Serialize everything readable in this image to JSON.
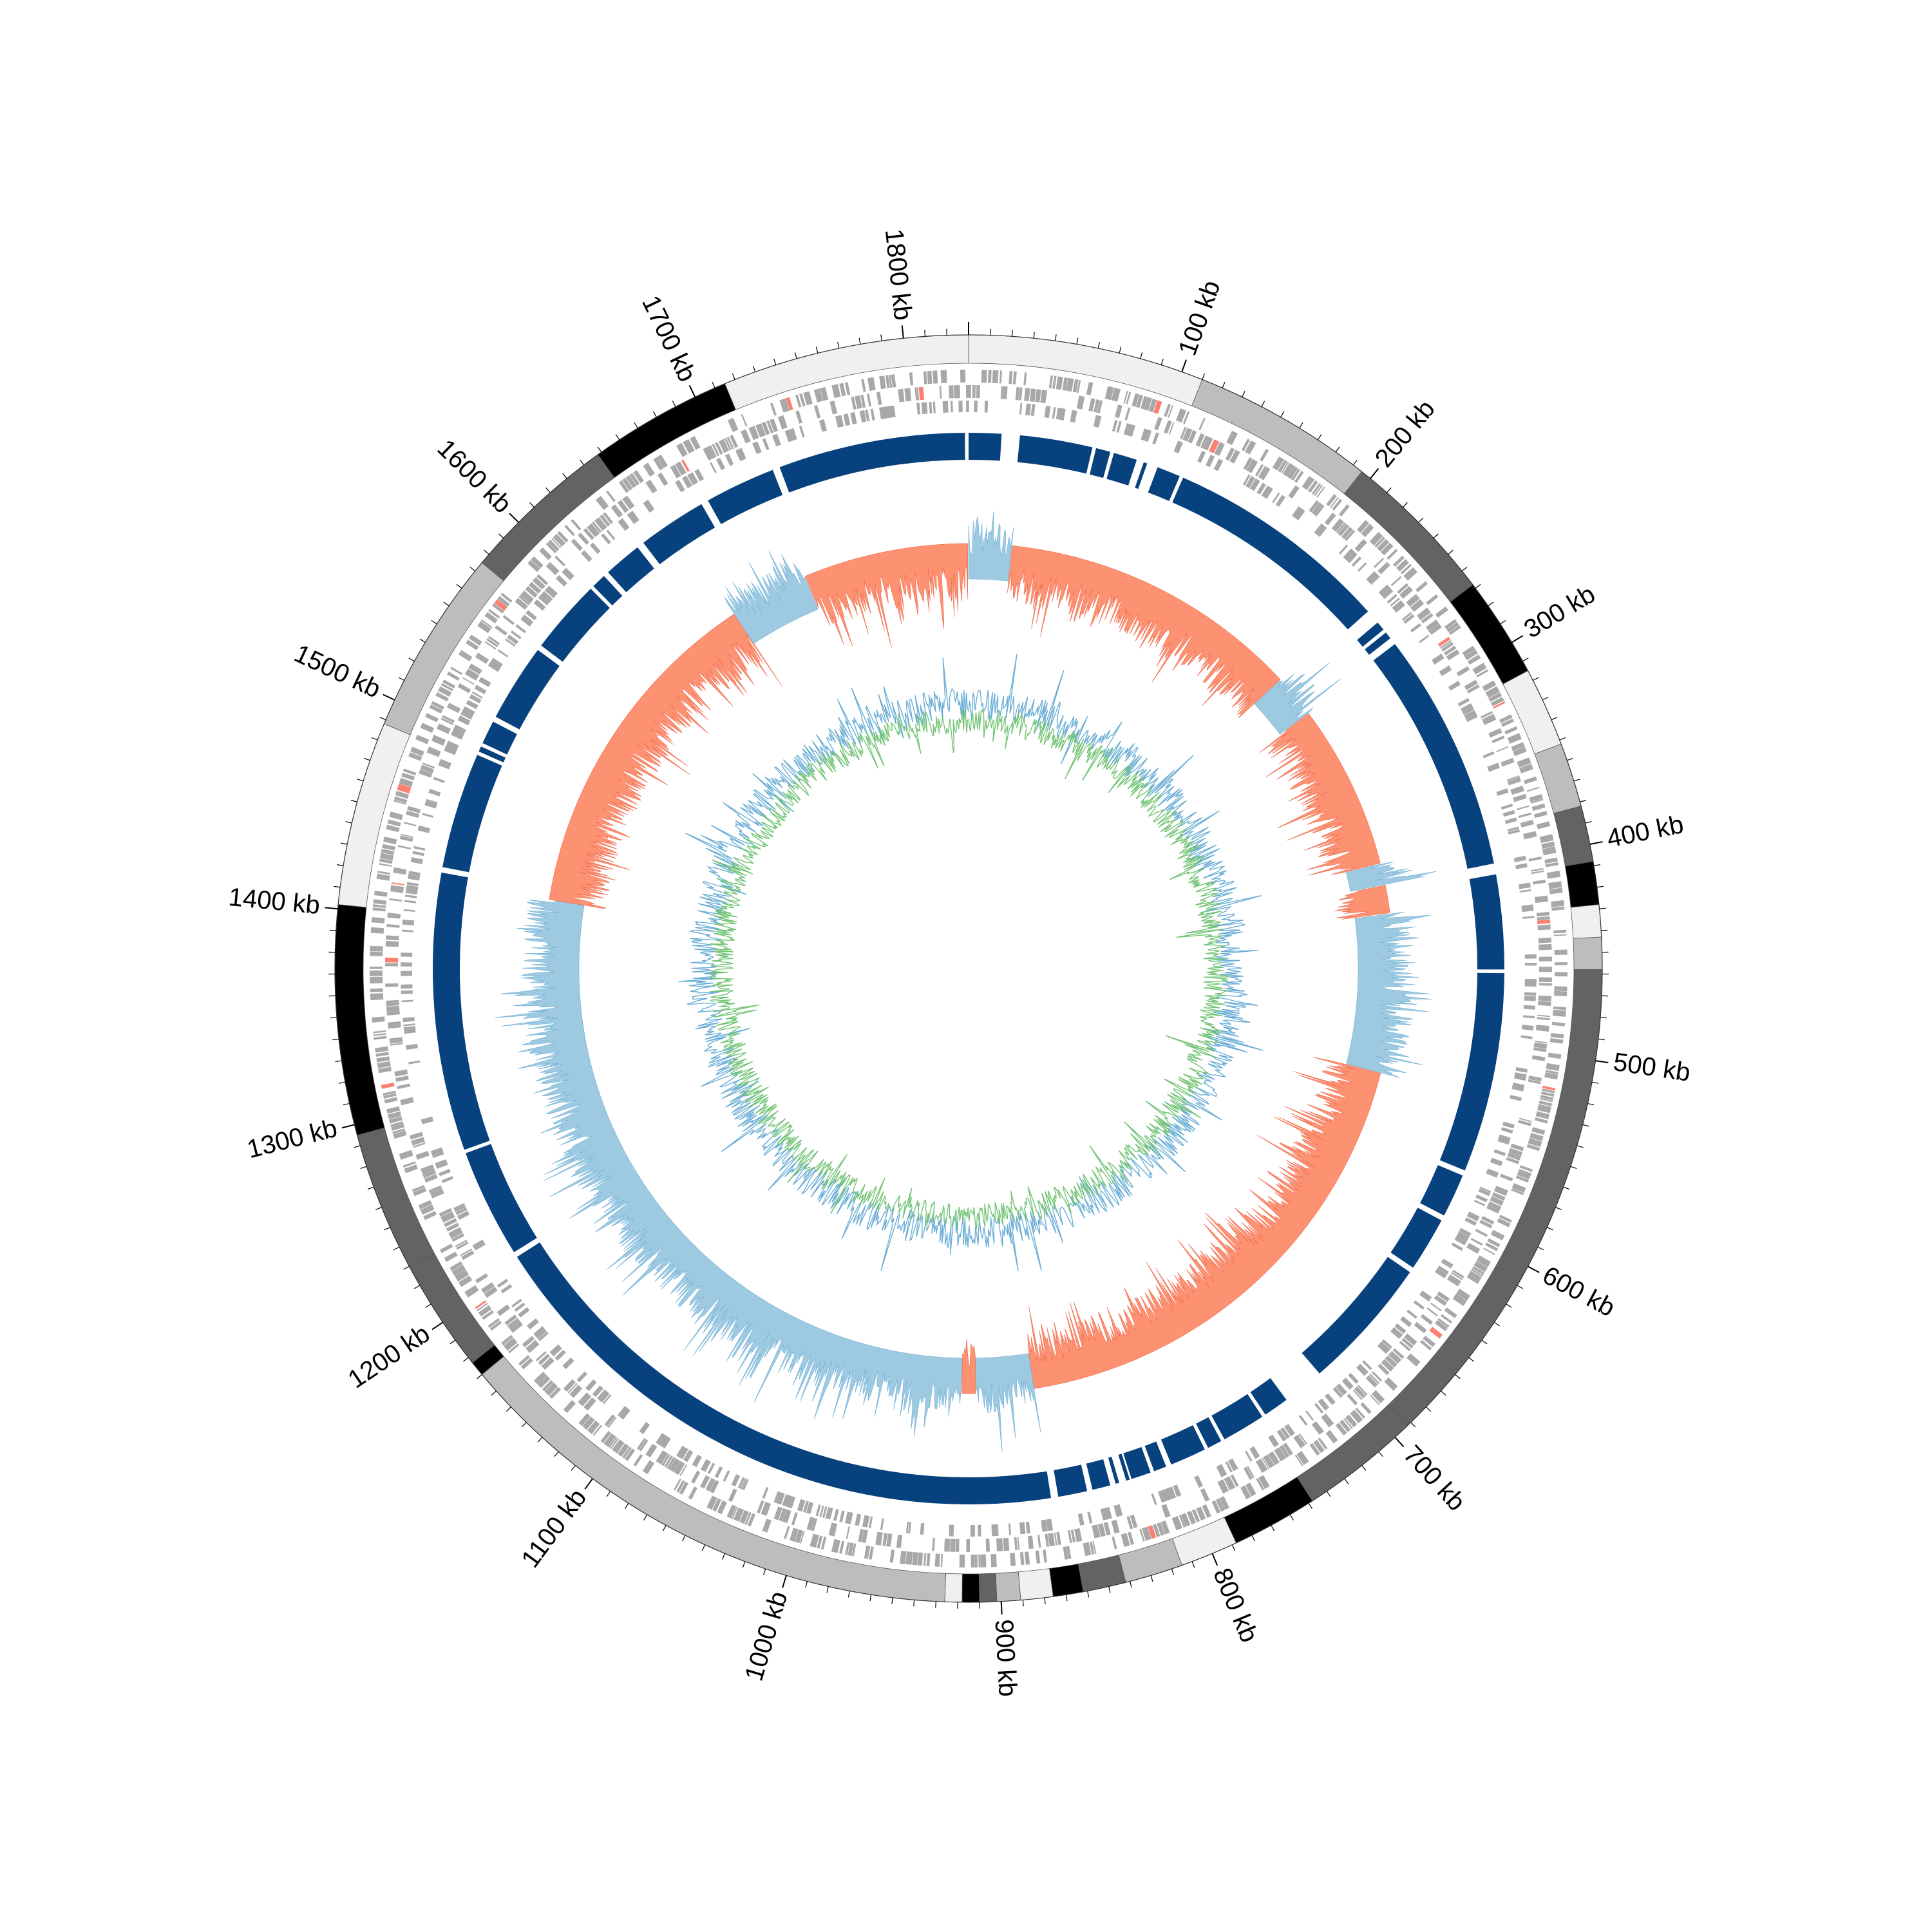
{
  "genome": {
    "total_kb": 1830,
    "unit": "kb"
  },
  "tick_labels": [
    "100 kb",
    "200 kb",
    "300 kb",
    "400 kb",
    "500 kb",
    "600 kb",
    "700 kb",
    "800 kb",
    "900 kb",
    "1000 kb",
    "1100 kb",
    "1200 kb",
    "1300 kb",
    "1400 kb",
    "1500 kb",
    "1600 kb",
    "1700 kb",
    "1800 kb"
  ],
  "tick_values_kb": [
    100,
    200,
    300,
    400,
    500,
    600,
    700,
    800,
    900,
    1000,
    1100,
    1200,
    1300,
    1400,
    1500,
    1600,
    1700,
    1800
  ],
  "colors": {
    "ideogram": [
      "#f0f0f0",
      "#bdbdbd",
      "#636363",
      "#000000"
    ],
    "genes": "#a8a8a8",
    "genes_rna": "#fb8072",
    "contigs": "#08427e",
    "skew_pos": "#9ecae1",
    "skew_neg": "#fc9272",
    "gc_content": "#6baed6",
    "gc_skew": "#74c476"
  },
  "ideogram_bands": [
    {
      "start": 0,
      "end": 110,
      "shade": 0
    },
    {
      "start": 110,
      "end": 195,
      "shade": 1
    },
    {
      "start": 195,
      "end": 268,
      "shade": 2
    },
    {
      "start": 268,
      "end": 315,
      "shade": 3
    },
    {
      "start": 315,
      "end": 352,
      "shade": 0
    },
    {
      "start": 352,
      "end": 382,
      "shade": 1
    },
    {
      "start": 382,
      "end": 408,
      "shade": 2
    },
    {
      "start": 408,
      "end": 428,
      "shade": 3
    },
    {
      "start": 428,
      "end": 443,
      "shade": 0
    },
    {
      "start": 443,
      "end": 458,
      "shade": 1
    },
    {
      "start": 458,
      "end": 692,
      "shade": 2
    },
    {
      "start": 692,
      "end": 748,
      "shade": 2
    },
    {
      "start": 748,
      "end": 788,
      "shade": 3
    },
    {
      "start": 788,
      "end": 815,
      "shade": 0
    },
    {
      "start": 815,
      "end": 842,
      "shade": 1
    },
    {
      "start": 842,
      "end": 862,
      "shade": 2
    },
    {
      "start": 862,
      "end": 876,
      "shade": 3
    },
    {
      "start": 876,
      "end": 891,
      "shade": 0
    },
    {
      "start": 891,
      "end": 902,
      "shade": 1
    },
    {
      "start": 902,
      "end": 910,
      "shade": 2
    },
    {
      "start": 910,
      "end": 918,
      "shade": 3
    },
    {
      "start": 918,
      "end": 926,
      "shade": 0
    },
    {
      "start": 926,
      "end": 1170,
      "shade": 1
    },
    {
      "start": 1170,
      "end": 1177,
      "shade": 3
    },
    {
      "start": 1177,
      "end": 1230,
      "shade": 2
    },
    {
      "start": 1230,
      "end": 1295,
      "shade": 2
    },
    {
      "start": 1295,
      "end": 1402,
      "shade": 3
    },
    {
      "start": 1402,
      "end": 1488,
      "shade": 0
    },
    {
      "start": 1488,
      "end": 1575,
      "shade": 1
    },
    {
      "start": 1575,
      "end": 1648,
      "shade": 2
    },
    {
      "start": 1648,
      "end": 1715,
      "shade": 3
    },
    {
      "start": 1715,
      "end": 1830,
      "shade": 0
    }
  ],
  "contigs": [
    {
      "start": 0,
      "end": 18
    },
    {
      "start": 28,
      "end": 68
    },
    {
      "start": 70,
      "end": 78
    },
    {
      "start": 80,
      "end": 93
    },
    {
      "start": 97,
      "end": 99
    },
    {
      "start": 105,
      "end": 118
    },
    {
      "start": 120,
      "end": 245
    },
    {
      "start": 253,
      "end": 258
    },
    {
      "start": 260,
      "end": 264
    },
    {
      "start": 268,
      "end": 400
    },
    {
      "start": 406,
      "end": 458
    },
    {
      "start": 460,
      "end": 570
    },
    {
      "start": 573,
      "end": 597
    },
    {
      "start": 600,
      "end": 630
    },
    {
      "start": 633,
      "end": 707
    },
    {
      "start": 730,
      "end": 744
    },
    {
      "start": 746,
      "end": 770
    },
    {
      "start": 772,
      "end": 780
    },
    {
      "start": 782,
      "end": 802
    },
    {
      "start": 805,
      "end": 812
    },
    {
      "start": 814,
      "end": 825
    },
    {
      "start": 826,
      "end": 828
    },
    {
      "start": 832,
      "end": 834
    },
    {
      "start": 837,
      "end": 847
    },
    {
      "start": 850,
      "end": 866
    },
    {
      "start": 870,
      "end": 1207
    },
    {
      "start": 1210,
      "end": 1270
    },
    {
      "start": 1272,
      "end": 1425
    },
    {
      "start": 1428,
      "end": 1492
    },
    {
      "start": 1494,
      "end": 1497
    },
    {
      "start": 1499,
      "end": 1512
    },
    {
      "start": 1515,
      "end": 1558
    },
    {
      "start": 1561,
      "end": 1602
    },
    {
      "start": 1604,
      "end": 1612
    },
    {
      "start": 1615,
      "end": 1636
    },
    {
      "start": 1640,
      "end": 1678
    },
    {
      "start": 1682,
      "end": 1721
    },
    {
      "start": 1725,
      "end": 1828
    }
  ],
  "skew_segments": [
    {
      "start": 0,
      "end": 30,
      "sign": 1
    },
    {
      "start": 30,
      "end": 240,
      "sign": -1
    },
    {
      "start": 240,
      "end": 270,
      "sign": 1
    },
    {
      "start": 270,
      "end": 385,
      "sign": -1
    },
    {
      "start": 385,
      "end": 400,
      "sign": 1
    },
    {
      "start": 400,
      "end": 420,
      "sign": -1
    },
    {
      "start": 420,
      "end": 530,
      "sign": 1
    },
    {
      "start": 530,
      "end": 870,
      "sign": -1
    },
    {
      "start": 870,
      "end": 910,
      "sign": 1
    },
    {
      "start": 910,
      "end": 920,
      "sign": -1
    },
    {
      "start": 920,
      "end": 1420,
      "sign": 1
    },
    {
      "start": 1420,
      "end": 1660,
      "sign": -1
    },
    {
      "start": 1660,
      "end": 1715,
      "sign": 1
    },
    {
      "start": 1715,
      "end": 1830,
      "sign": -1
    }
  ]
}
